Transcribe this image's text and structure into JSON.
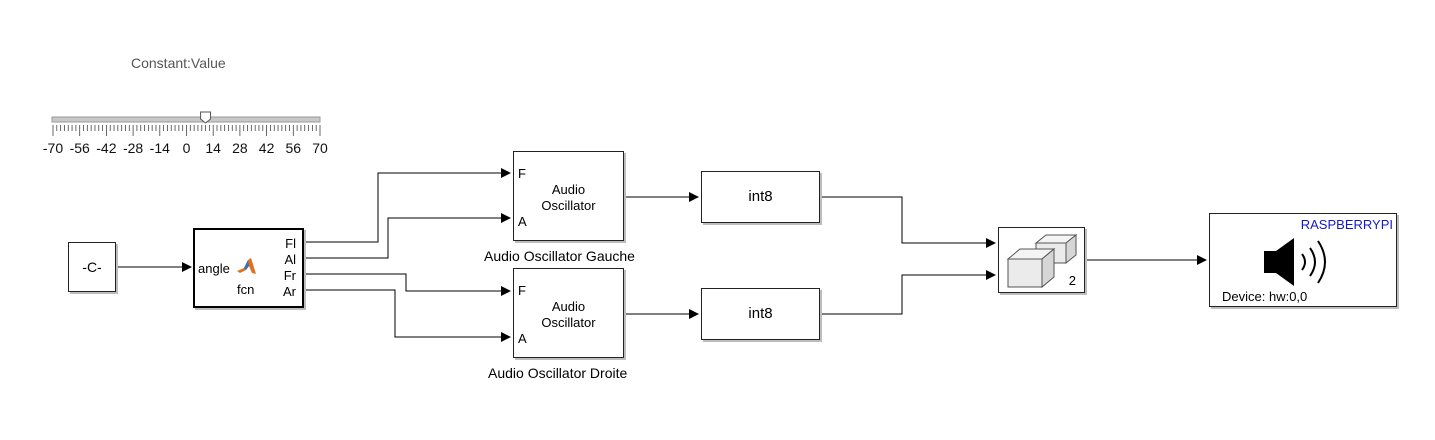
{
  "slider": {
    "title": "Constant:Value",
    "min": -70,
    "max": 70,
    "value": 10,
    "ticks": [
      "-70",
      "-56",
      "-42",
      "-28",
      "-14",
      "0",
      "14",
      "28",
      "42",
      "56",
      "70"
    ]
  },
  "blocks": {
    "constant": {
      "label": "-C-"
    },
    "fcn": {
      "name": "fcn",
      "input": "angle",
      "outputs": [
        "Fl",
        "Al",
        "Fr",
        "Ar"
      ]
    },
    "osc_left": {
      "title_line1": "Audio",
      "title_line2": "Oscillator",
      "port_f": "F",
      "port_a": "A",
      "caption": "Audio Oscillator Gauche"
    },
    "osc_right": {
      "title_line1": "Audio",
      "title_line2": "Oscillator",
      "port_f": "F",
      "port_a": "A",
      "caption": "Audio Oscillator Droite"
    },
    "convert_top": {
      "label": "int8"
    },
    "convert_bottom": {
      "label": "int8"
    },
    "concat": {
      "label": "2"
    },
    "audio_out": {
      "header": "RASPBERRYPI",
      "device": "Device: hw:0,0"
    }
  },
  "colors": {
    "line": "#000000",
    "rpi_text": "#1818c8",
    "slider_track": "#c8c8c8",
    "matlab_orange": "#e0701c"
  }
}
